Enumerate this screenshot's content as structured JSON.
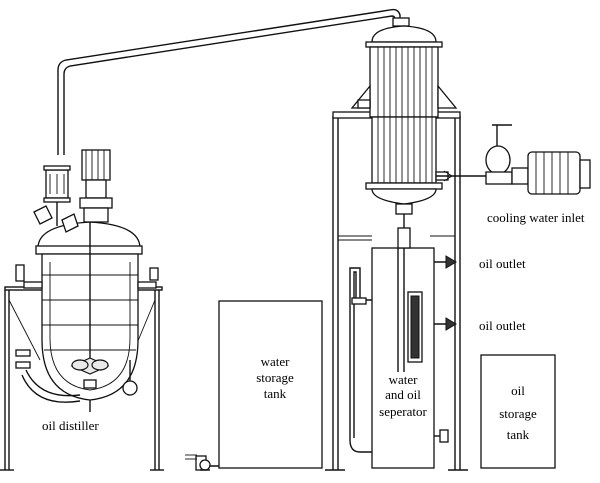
{
  "labels": {
    "oil_distiller": "oil distiller",
    "water_storage_tank": [
      "water",
      "storage",
      "tank"
    ],
    "separator": [
      "water",
      "and oil",
      "seperator"
    ],
    "oil_storage_tank": [
      "oil",
      "storage",
      "tank"
    ],
    "cooling_water_inlet": "cooling water inlet",
    "oil_outlet_1": "oil outlet",
    "oil_outlet_2": "oil outlet"
  }
}
